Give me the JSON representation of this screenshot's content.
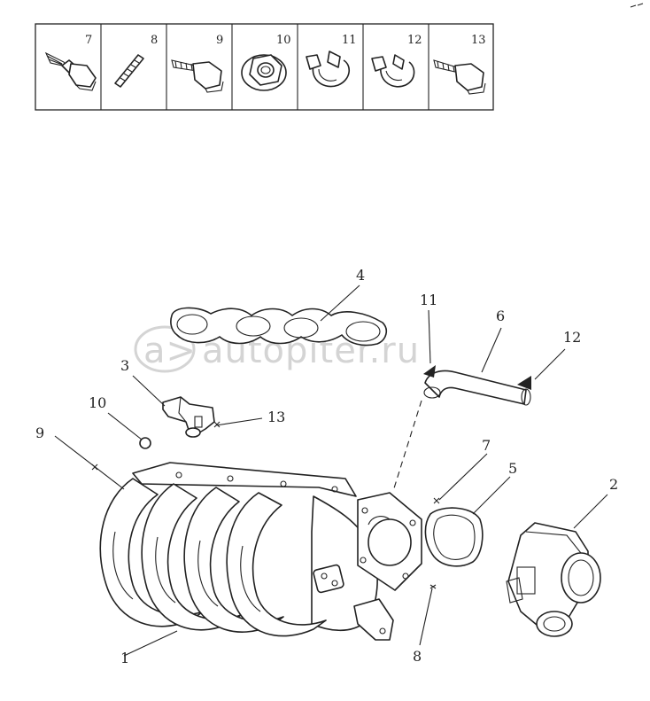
{
  "legend_cells": [
    {
      "number": "7",
      "icon": "flange-bolt-icon"
    },
    {
      "number": "8",
      "icon": "stud-icon"
    },
    {
      "number": "9",
      "icon": "flange-bolt-icon"
    },
    {
      "number": "10",
      "icon": "flange-nut-icon"
    },
    {
      "number": "11",
      "icon": "hose-clamp-icon"
    },
    {
      "number": "12",
      "icon": "hose-clamp-icon"
    },
    {
      "number": "13",
      "icon": "flange-bolt-icon"
    }
  ],
  "callouts": {
    "c1": "1",
    "c2": "2",
    "c3": "3",
    "c4": "4",
    "c5": "5",
    "c6": "6",
    "c7": "7",
    "c8": "8",
    "c9": "9",
    "c10": "10",
    "c11": "11",
    "c12": "12",
    "c13": "13"
  },
  "watermark": {
    "logo_text": "a>",
    "site_text": "autopiter.ru"
  },
  "colors": {
    "ink": "#222222",
    "watermark": "#d4d4d4",
    "background": "#ffffff"
  }
}
